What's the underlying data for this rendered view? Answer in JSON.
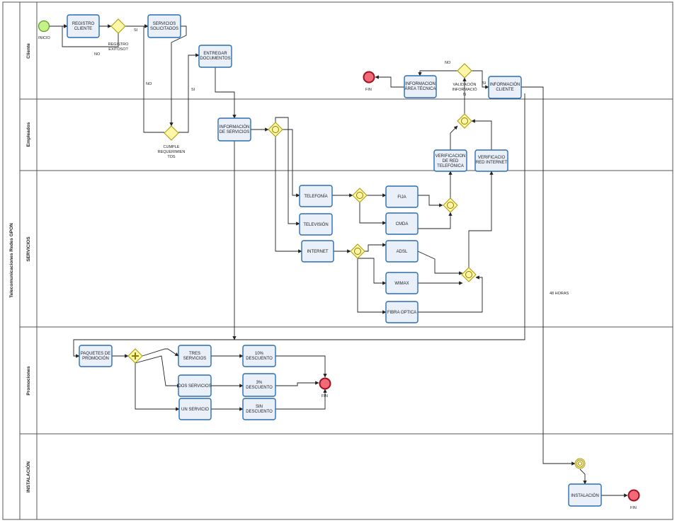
{
  "pool": {
    "title": "Telecomunicaciones Redes GPON"
  },
  "lanes": {
    "cliente": "Cliente",
    "empleados": "Empleados",
    "servicios": "SERVICIOS",
    "promociones": "Promociones",
    "instalacion": "INSTALACIÓN"
  },
  "events": {
    "inicio": "INICIO",
    "fin_tecnica": "FIN",
    "fin_promo": "FIN",
    "fin_instalacion": "FIN"
  },
  "tasks": {
    "registro": [
      "REGISTRO",
      "CLIENTE"
    ],
    "servicios_solicitados": [
      "SERVICIOS",
      "SOLICITADOS"
    ],
    "entregar_documentos": [
      "ENTREGAR",
      "DOCUMENTOS"
    ],
    "informacion_servicios": [
      "INFORMACIÓN",
      "DE SERVICIOS"
    ],
    "informacion_tecnica": [
      "INFORMACION",
      "ÁREA TÉCNICA"
    ],
    "informacion_cliente": [
      "INFORMACIÓN",
      "CLIENTE"
    ],
    "verificacion_telefonica": [
      "VERIFICACION",
      "DE RED",
      "TELEFÓNICA"
    ],
    "verificacion_internet": [
      "VERIFICACIO",
      "RED INTERNET"
    ],
    "telefonia": [
      "TELEFONÍA"
    ],
    "television": [
      "TELEVISIÓN"
    ],
    "internet": [
      "INTERNET"
    ],
    "fija": [
      "FIJA"
    ],
    "cmda": [
      "CMDA"
    ],
    "adsl": [
      "ADSL"
    ],
    "wimax": [
      "WIMAX"
    ],
    "fibra": [
      "FIBRA OPTICA"
    ],
    "paquetes": [
      "PAQUETES DE",
      "PROMOCIÓN"
    ],
    "tres": [
      "TRES",
      "SERVICIOS"
    ],
    "dos": [
      "DOS SERVICIOS"
    ],
    "uno": [
      "UN SERVICIO"
    ],
    "desc10": [
      "10%",
      "DESCUENTO"
    ],
    "desc3": [
      "3%",
      "DESCUENTO"
    ],
    "sin": [
      "SIN",
      "DESCUENTO"
    ],
    "instalacion": [
      "INSTALACIÓN"
    ]
  },
  "gateways": {
    "registro_exitoso": [
      "REGISTRO",
      "EXITOSO?"
    ],
    "cumple": [
      "CUMPLE",
      "REQUERIMIEN",
      "TOS"
    ],
    "validacion": [
      "VALIDACIÓN",
      "INFORMACIÓ",
      "N"
    ]
  },
  "edge_labels": {
    "si_registro": "SI",
    "no_registro": "NO",
    "no_cumple": "NO",
    "si_cumple": "SI",
    "no_validacion": "NO",
    "si_validacion": "SI",
    "horas": "48 HORAS"
  }
}
